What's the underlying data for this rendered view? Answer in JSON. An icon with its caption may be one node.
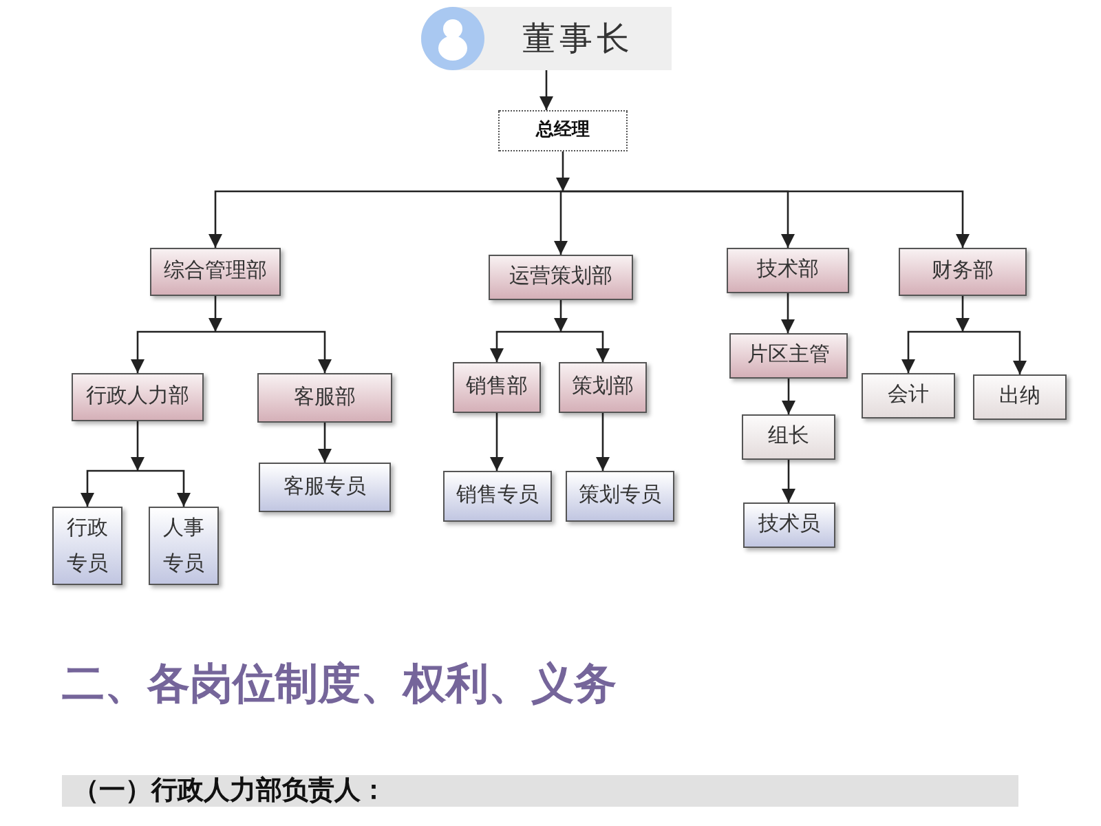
{
  "diagram": {
    "nodes": [
      {
        "text": [
          "董事长"
        ]
      },
      {
        "text": [
          "总经理"
        ]
      },
      {
        "text": [
          "综合管理部"
        ]
      },
      {
        "text": [
          "运营策划部"
        ]
      },
      {
        "text": [
          "技术部"
        ]
      },
      {
        "text": [
          "财务部"
        ]
      },
      {
        "text": [
          "行政人力部"
        ]
      },
      {
        "text": [
          "客服部"
        ]
      },
      {
        "text": [
          "销售部"
        ]
      },
      {
        "text": [
          "策划部"
        ]
      },
      {
        "text": [
          "片区主管"
        ]
      },
      {
        "text": [
          "会计"
        ]
      },
      {
        "text": [
          "出纳"
        ]
      },
      {
        "text": [
          "组长"
        ]
      },
      {
        "text": [
          "客服专员"
        ]
      },
      {
        "text": [
          "销售专员"
        ]
      },
      {
        "text": [
          "策划专员"
        ]
      },
      {
        "text": [
          "行政专员"
        ]
      },
      {
        "text": [
          "人事专员"
        ]
      },
      {
        "text": [
          "技术员"
        ]
      }
    ],
    "edges": [
      {
        "from": 0,
        "to": 1,
        "arrow": "to"
      },
      {
        "from": 1,
        "to": 2,
        "arrow": "to"
      },
      {
        "from": 1,
        "to": 3,
        "arrow": "to"
      },
      {
        "from": 1,
        "to": 4,
        "arrow": "to"
      },
      {
        "from": 1,
        "to": 5,
        "arrow": "to"
      },
      {
        "from": 2,
        "to": 6,
        "arrow": "to"
      },
      {
        "from": 2,
        "to": 7,
        "arrow": "to"
      },
      {
        "from": 3,
        "to": 8,
        "arrow": "to"
      },
      {
        "from": 3,
        "to": 9,
        "arrow": "to"
      },
      {
        "from": 4,
        "to": 10,
        "arrow": "to"
      },
      {
        "from": 5,
        "to": 11,
        "arrow": "to"
      },
      {
        "from": 5,
        "to": 12,
        "arrow": "to"
      },
      {
        "from": 10,
        "to": 13,
        "arrow": "to"
      },
      {
        "from": 7,
        "to": 14,
        "arrow": "to"
      },
      {
        "from": 8,
        "to": 15,
        "arrow": "to"
      },
      {
        "from": 9,
        "to": 16,
        "arrow": "to"
      },
      {
        "from": 6,
        "to": 17,
        "arrow": "to"
      },
      {
        "from": 6,
        "to": 18,
        "arrow": "to"
      },
      {
        "from": 13,
        "to": 19,
        "arrow": "to"
      }
    ],
    "labels": [
      "二、各岗位制度、权利、义务",
      "（一）行政人力部负责人："
    ]
  }
}
